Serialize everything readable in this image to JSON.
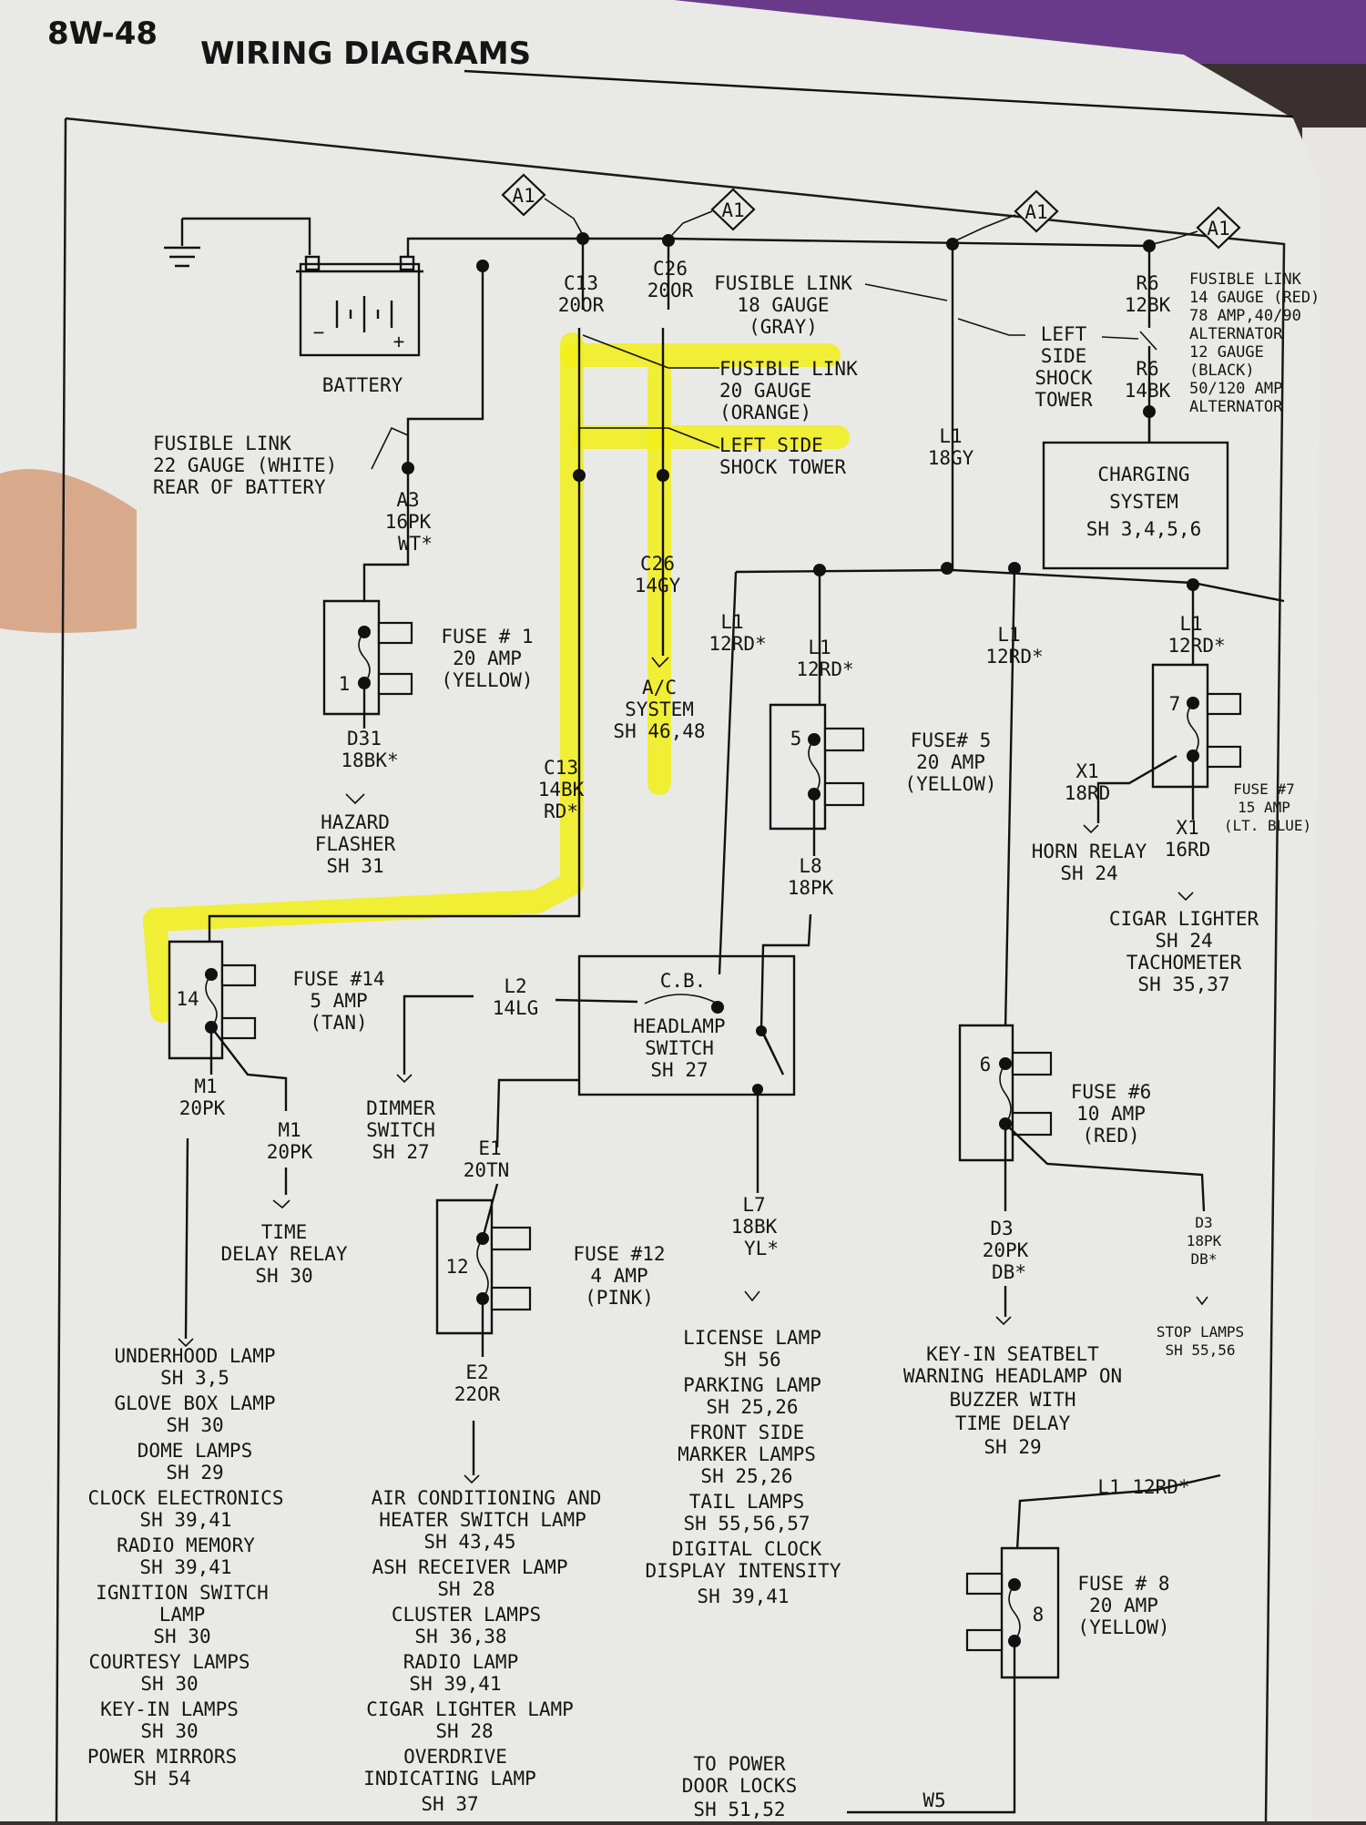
{
  "header": {
    "page_number": "8W-48",
    "title": "WIRING DIAGRAMS"
  },
  "splices": [
    "A1",
    "A1",
    "A1",
    "A1"
  ],
  "components": {
    "battery": "BATTERY",
    "headlamp": [
      "C.B.",
      "HEADLAMP",
      "SWITCH",
      "SH 27"
    ]
  },
  "notes": {
    "fusible_white": {
      "line1": "FUSIBLE LINK",
      "line2": "22 GAUGE (WHITE)",
      "line3": "REAR OF BATTERY"
    },
    "fusible_orange": {
      "line1": "FUSIBLE LINK",
      "line2": "20 GAUGE",
      "line3": "(ORANGE)"
    },
    "shock_tower_left_a": {
      "line1": "LEFT SIDE",
      "line2": "SHOCK TOWER"
    },
    "fusible_gray": {
      "line1": "FUSIBLE LINK",
      "line2": "18 GAUGE",
      "line3": "(GRAY)"
    },
    "shock_tower_left_b": [
      "LEFT",
      "SIDE",
      "SHOCK",
      "TOWER"
    ],
    "alternator": [
      "FUSIBLE LINK",
      "14 GAUGE (RED)",
      "78 AMP,40/90",
      "ALTERNATOR",
      "12 GAUGE",
      "(BLACK)",
      "50/120 AMP",
      "ALTERNATOR",
      ""
    ]
  },
  "wires": {
    "c13_top": {
      "id": "C13",
      "gauge": "20OR"
    },
    "c26_top": {
      "id": "C26",
      "gauge": "20OR"
    },
    "c26_mid": {
      "id": "C26",
      "gauge": "14GY"
    },
    "c13_mid": {
      "id": "C13",
      "gauge": "14BK",
      "color": "RD*"
    },
    "a3": {
      "id": "A3",
      "gauge": "16PK",
      "color": "WT*"
    },
    "d31": {
      "id": "D31",
      "gauge": "18BK*"
    },
    "l1_18gy": {
      "id": "L1",
      "gauge": "18GY"
    },
    "r6_top": {
      "id": "R6",
      "gauge": "12BK"
    },
    "r6_bot": {
      "id": "R6",
      "gauge": "14BK"
    },
    "l1_a": {
      "id": "L1",
      "gauge": "12RD*"
    },
    "l1_b": {
      "id": "L1",
      "gauge": "12RD*"
    },
    "l1_c": {
      "id": "L1",
      "gauge": "12RD*"
    },
    "l1_d": {
      "id": "L1",
      "gauge": "12RD*"
    },
    "l8": {
      "id": "L8",
      "gauge": "18PK"
    },
    "x1_a": {
      "id": "X1",
      "gauge": "18RD"
    },
    "x1_b": {
      "id": "X1",
      "gauge": "16RD"
    },
    "l2": {
      "id": "L2",
      "gauge": "14LG"
    },
    "e1": {
      "id": "E1",
      "gauge": "20TN"
    },
    "l7": {
      "id": "L7",
      "gauge": "18BK",
      "color": "YL*"
    },
    "m1_a": {
      "id": "M1",
      "gauge": "20PK"
    },
    "m1_b": {
      "id": "M1",
      "gauge": "20PK"
    },
    "e2": {
      "id": "E2",
      "gauge": "22OR"
    },
    "d3_a": {
      "id": "D3",
      "gauge": "20PK",
      "color": "DB*"
    },
    "d3_b": {
      "id": "D3",
      "gauge": "18PK",
      "color": "DB*"
    },
    "l1_e": "L1 12RD*",
    "w5": "W5"
  },
  "fuses": {
    "f1": {
      "num": "1",
      "line1": "FUSE # 1",
      "line2": "20 AMP",
      "line3": "(YELLOW)"
    },
    "f5": {
      "num": "5",
      "line1": "FUSE# 5",
      "line2": "20 AMP",
      "line3": "(YELLOW)"
    },
    "f7": {
      "num": "7",
      "line1": "FUSE #7",
      "line2": "15 AMP",
      "line3": "(LT. BLUE)"
    },
    "f14": {
      "num": "14",
      "line1": "FUSE #14",
      "line2": "5 AMP",
      "line3": "(TAN)"
    },
    "f12": {
      "num": "12",
      "line1": "FUSE #12",
      "line2": "4 AMP",
      "line3": "(PINK)"
    },
    "f6": {
      "num": "6",
      "line1": "FUSE #6",
      "line2": "10 AMP",
      "line3": "(RED)"
    },
    "f8": {
      "num": "8",
      "line1": "FUSE # 8",
      "line2": "20 AMP",
      "line3": "(YELLOW)"
    }
  },
  "connections": {
    "ac": [
      "A/C",
      "SYSTEM",
      "SH 46,48"
    ],
    "hazard": [
      "HAZARD",
      "FLASHER",
      "SH 31"
    ],
    "charging": [
      "CHARGING",
      "SYSTEM",
      "SH 3,4,5,6"
    ],
    "horn": [
      "HORN RELAY",
      "SH 24"
    ],
    "cigar": [
      "CIGAR LIGHTER",
      "SH 24",
      "TACHOMETER",
      "SH 35,37"
    ],
    "dimmer": [
      "DIMMER",
      "SWITCH",
      "SH 27"
    ],
    "time_delay": [
      "TIME",
      "DELAY RELAY",
      "SH 30"
    ],
    "stop": [
      "STOP LAMPS",
      "SH 55,56"
    ]
  },
  "lists": {
    "underhood": [
      "UNDERHOOD LAMP",
      "SH 3,5",
      "GLOVE BOX LAMP",
      "SH 30",
      "DOME LAMPS",
      "SH 29",
      "CLOCK ELECTRONICS",
      "SH 39,41",
      "RADIO MEMORY",
      "SH 39,41",
      "IGNITION SWITCH",
      "LAMP",
      "SH 30",
      "COURTESY LAMPS",
      "SH 30",
      "KEY-IN LAMPS",
      "SH 30",
      "POWER MIRRORS",
      "SH 54"
    ],
    "illumination": [
      "AIR CONDITIONING AND",
      "HEATER SWITCH LAMP",
      "SH 43,45",
      "ASH RECEIVER LAMP",
      "SH 28",
      "CLUSTER LAMPS",
      "SH 36,38",
      "RADIO LAMP",
      "SH 39,41",
      "CIGAR LIGHTER LAMP",
      "SH 28",
      "OVERDRIVE",
      "INDICATING LAMP",
      "SH 37"
    ],
    "exterior": [
      "LICENSE LAMP",
      "SH 56",
      "PARKING LAMP",
      "SH 25,26",
      "FRONT SIDE",
      "MARKER LAMPS",
      "SH 25,26",
      "TAIL LAMPS",
      "SH 55,56,57",
      "DIGITAL CLOCK",
      "DISPLAY INTENSITY",
      "SH 39,41"
    ],
    "seatbelt": [
      "KEY-IN SEATBELT",
      "WARNING HEADLAMP ON",
      "BUZZER WITH",
      "TIME DELAY",
      "SH 29"
    ],
    "door_locks": [
      "TO POWER",
      "DOOR LOCKS",
      "SH 51,52"
    ]
  }
}
